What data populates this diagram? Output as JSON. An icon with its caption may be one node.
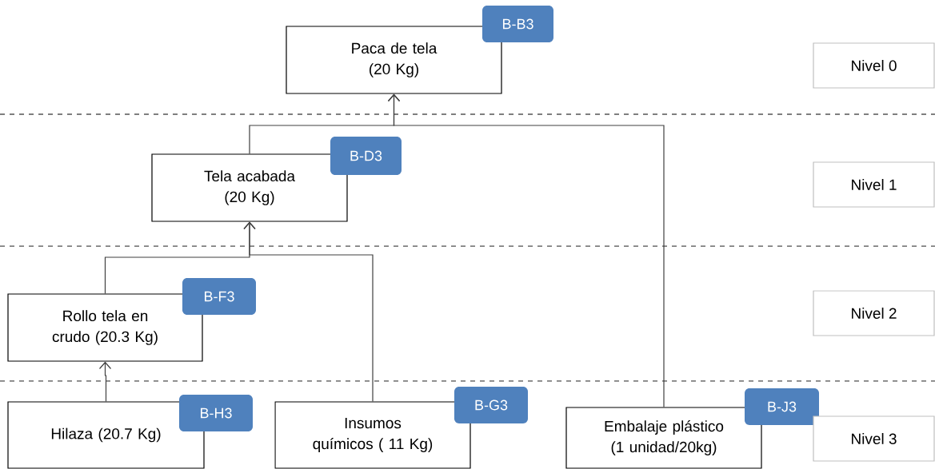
{
  "diagram": {
    "nodes": [
      {
        "text": [
          "Paca de tela (20 Kg)"
        ]
      },
      {
        "text": [
          "B-B3"
        ]
      },
      {
        "text": [
          "Tela acabada (20 Kg)"
        ]
      },
      {
        "text": [
          "B-D3"
        ]
      },
      {
        "text": [
          "Rollo tela en crudo (20.3 Kg)"
        ]
      },
      {
        "text": [
          "B-F3"
        ]
      },
      {
        "text": [
          "Hilaza (20.7 Kg)"
        ]
      },
      {
        "text": [
          "B-H3"
        ]
      },
      {
        "text": [
          "Insumos químicos ( 11 Kg)"
        ]
      },
      {
        "text": [
          "B-G3"
        ]
      },
      {
        "text": [
          "Embalaje plástico (1 unidad/20kg)"
        ]
      },
      {
        "text": [
          "B-J3"
        ]
      },
      {
        "text": [
          "Nivel 0"
        ]
      },
      {
        "text": [
          "Nivel 1"
        ]
      },
      {
        "text": [
          "Nivel 2"
        ]
      },
      {
        "text": [
          "Nivel 3"
        ]
      }
    ],
    "edges": [
      {
        "from": 2,
        "to": 0,
        "arrow": "to"
      },
      {
        "from": 10,
        "to": 0,
        "arrow": "to"
      },
      {
        "from": 4,
        "to": 2,
        "arrow": "to"
      },
      {
        "from": 8,
        "to": 2,
        "arrow": "to"
      },
      {
        "from": 6,
        "to": 4,
        "arrow": "to"
      }
    ]
  }
}
